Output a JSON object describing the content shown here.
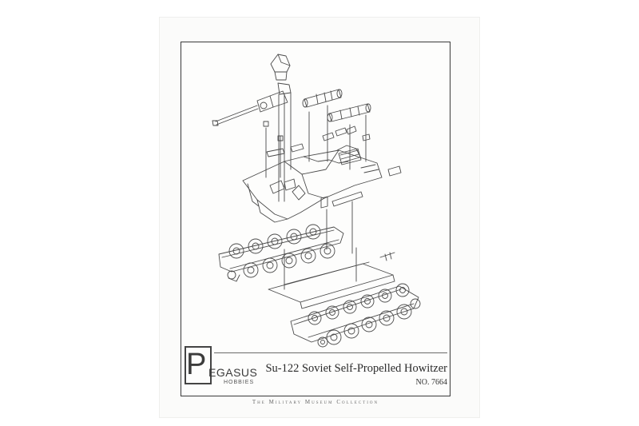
{
  "brand": {
    "initial": "P",
    "word": "EGASUS",
    "sub": "HOBBIES"
  },
  "product": {
    "title": "Su-122 Soviet Self-Propelled Howitzer",
    "number": "NO. 7664"
  },
  "collection": "The Military Museum Collection",
  "drawing": {
    "icon": "exploded-tank-assembly-icon",
    "line_color": "#4a4a4a"
  }
}
